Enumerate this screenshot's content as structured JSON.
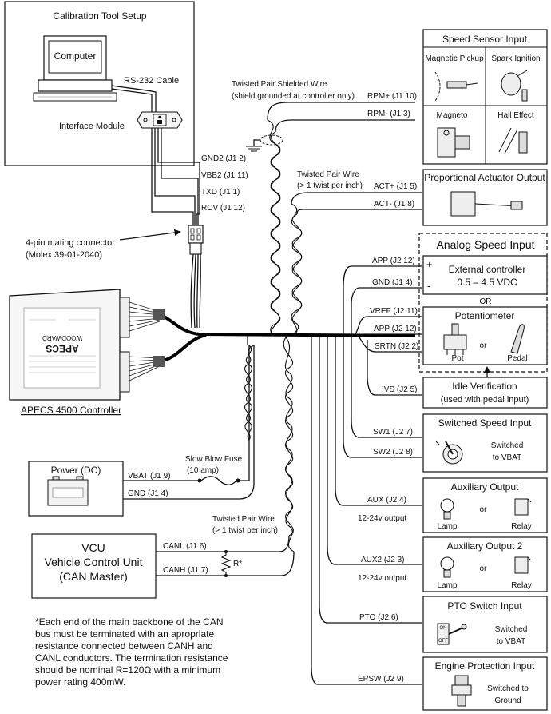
{
  "calibration": {
    "title": "Calibration Tool Setup",
    "computer": "Computer",
    "cable": "RS-232 Cable",
    "interface": "Interface Module"
  },
  "connector": {
    "line1": "4-pin mating connector",
    "line2": "(Molex 39-01-2040)"
  },
  "controller": {
    "label": "APECS 4500 Controller",
    "brand": "WOODWARD",
    "model": "APECS"
  },
  "comm_pins": [
    "GND2 (J1 2)",
    "VBB2 (J1 11)",
    "TXD (J1 1)",
    "RCV (J1 12)"
  ],
  "shielded_note": [
    "Twisted Pair Shielded Wire",
    "(shield grounded at controller only)"
  ],
  "twisted_note": [
    "Twisted Pair Wire",
    "(> 1 twist per inch)"
  ],
  "speed_sensor": {
    "title": "Speed Sensor Input",
    "cells": [
      "Magnetic Pickup",
      "Spark Ignition",
      "Magneto",
      "Hall Effect"
    ],
    "pins": [
      "RPM+ (J1 10)",
      "RPM- (J1 3)"
    ]
  },
  "actuator": {
    "title": "Proportional Actuator Output",
    "pins": [
      "ACT+ (J1 5)",
      "ACT- (J1 8)"
    ]
  },
  "analog": {
    "title": "Analog Speed Input",
    "ext_line1": "External controller",
    "ext_line2": "0.5 – 4.5 VDC",
    "plus": "+",
    "minus": "-",
    "or": "OR",
    "pot_title": "Potentiometer",
    "pot": "Pot",
    "pedal": "Pedal",
    "or_small": "or",
    "ext_pins": [
      "APP (J2 12)",
      "GND (J1 4)"
    ],
    "pot_pins": [
      "VREF (J2 11)",
      "APP (J2 12)",
      "SRTN (J2 2)"
    ]
  },
  "idle": {
    "pin": "IVS (J2 5)",
    "line1": "Idle Verification",
    "line2": "(used with pedal input)"
  },
  "switched_speed": {
    "title": "Switched Speed Input",
    "pins": [
      "SW1 (J2 7)",
      "SW2 (J2 8)"
    ],
    "note1": "Switched",
    "note2": "to VBAT"
  },
  "aux1": {
    "title": "Auxiliary Output",
    "pin": "AUX (J2 4)",
    "volt": "12-24v output",
    "lamp": "Lamp",
    "or": "or",
    "relay": "Relay"
  },
  "aux2": {
    "title": "Auxiliary Output 2",
    "pin": "AUX2 (J2 3)",
    "volt": "12-24v output",
    "lamp": "Lamp",
    "or": "or",
    "relay": "Relay"
  },
  "pto": {
    "title": "PTO Switch Input",
    "pin": "PTO (J2 6)",
    "note1": "Switched",
    "note2": "to VBAT",
    "on": "ON",
    "off": "OFF"
  },
  "engine": {
    "title": "Engine Protection Input",
    "pin": "EPSW (J2 9)",
    "note1": "Switched to",
    "note2": "Ground"
  },
  "power": {
    "title": "Power (DC)",
    "fuse1": "Slow Blow Fuse",
    "fuse2": "(10 amp)",
    "pins": [
      "VBAT (J1 9)",
      "GND (J1 4)"
    ]
  },
  "vcu": {
    "line1": "VCU",
    "line2": "Vehicle Control Unit",
    "line3": "(CAN Master)",
    "pins": [
      "CANL (J1 6)",
      "CANH (J1 7)"
    ],
    "resistor": "R*"
  },
  "footnote": [
    "*Each end of the main backbone of the CAN",
    "bus must be terminated with an apropriate",
    "resistance connected between CANH and",
    "CANL conductors. The termination resistance",
    "should be nominal R=120Ω with a minimum",
    "power rating 400mW."
  ]
}
